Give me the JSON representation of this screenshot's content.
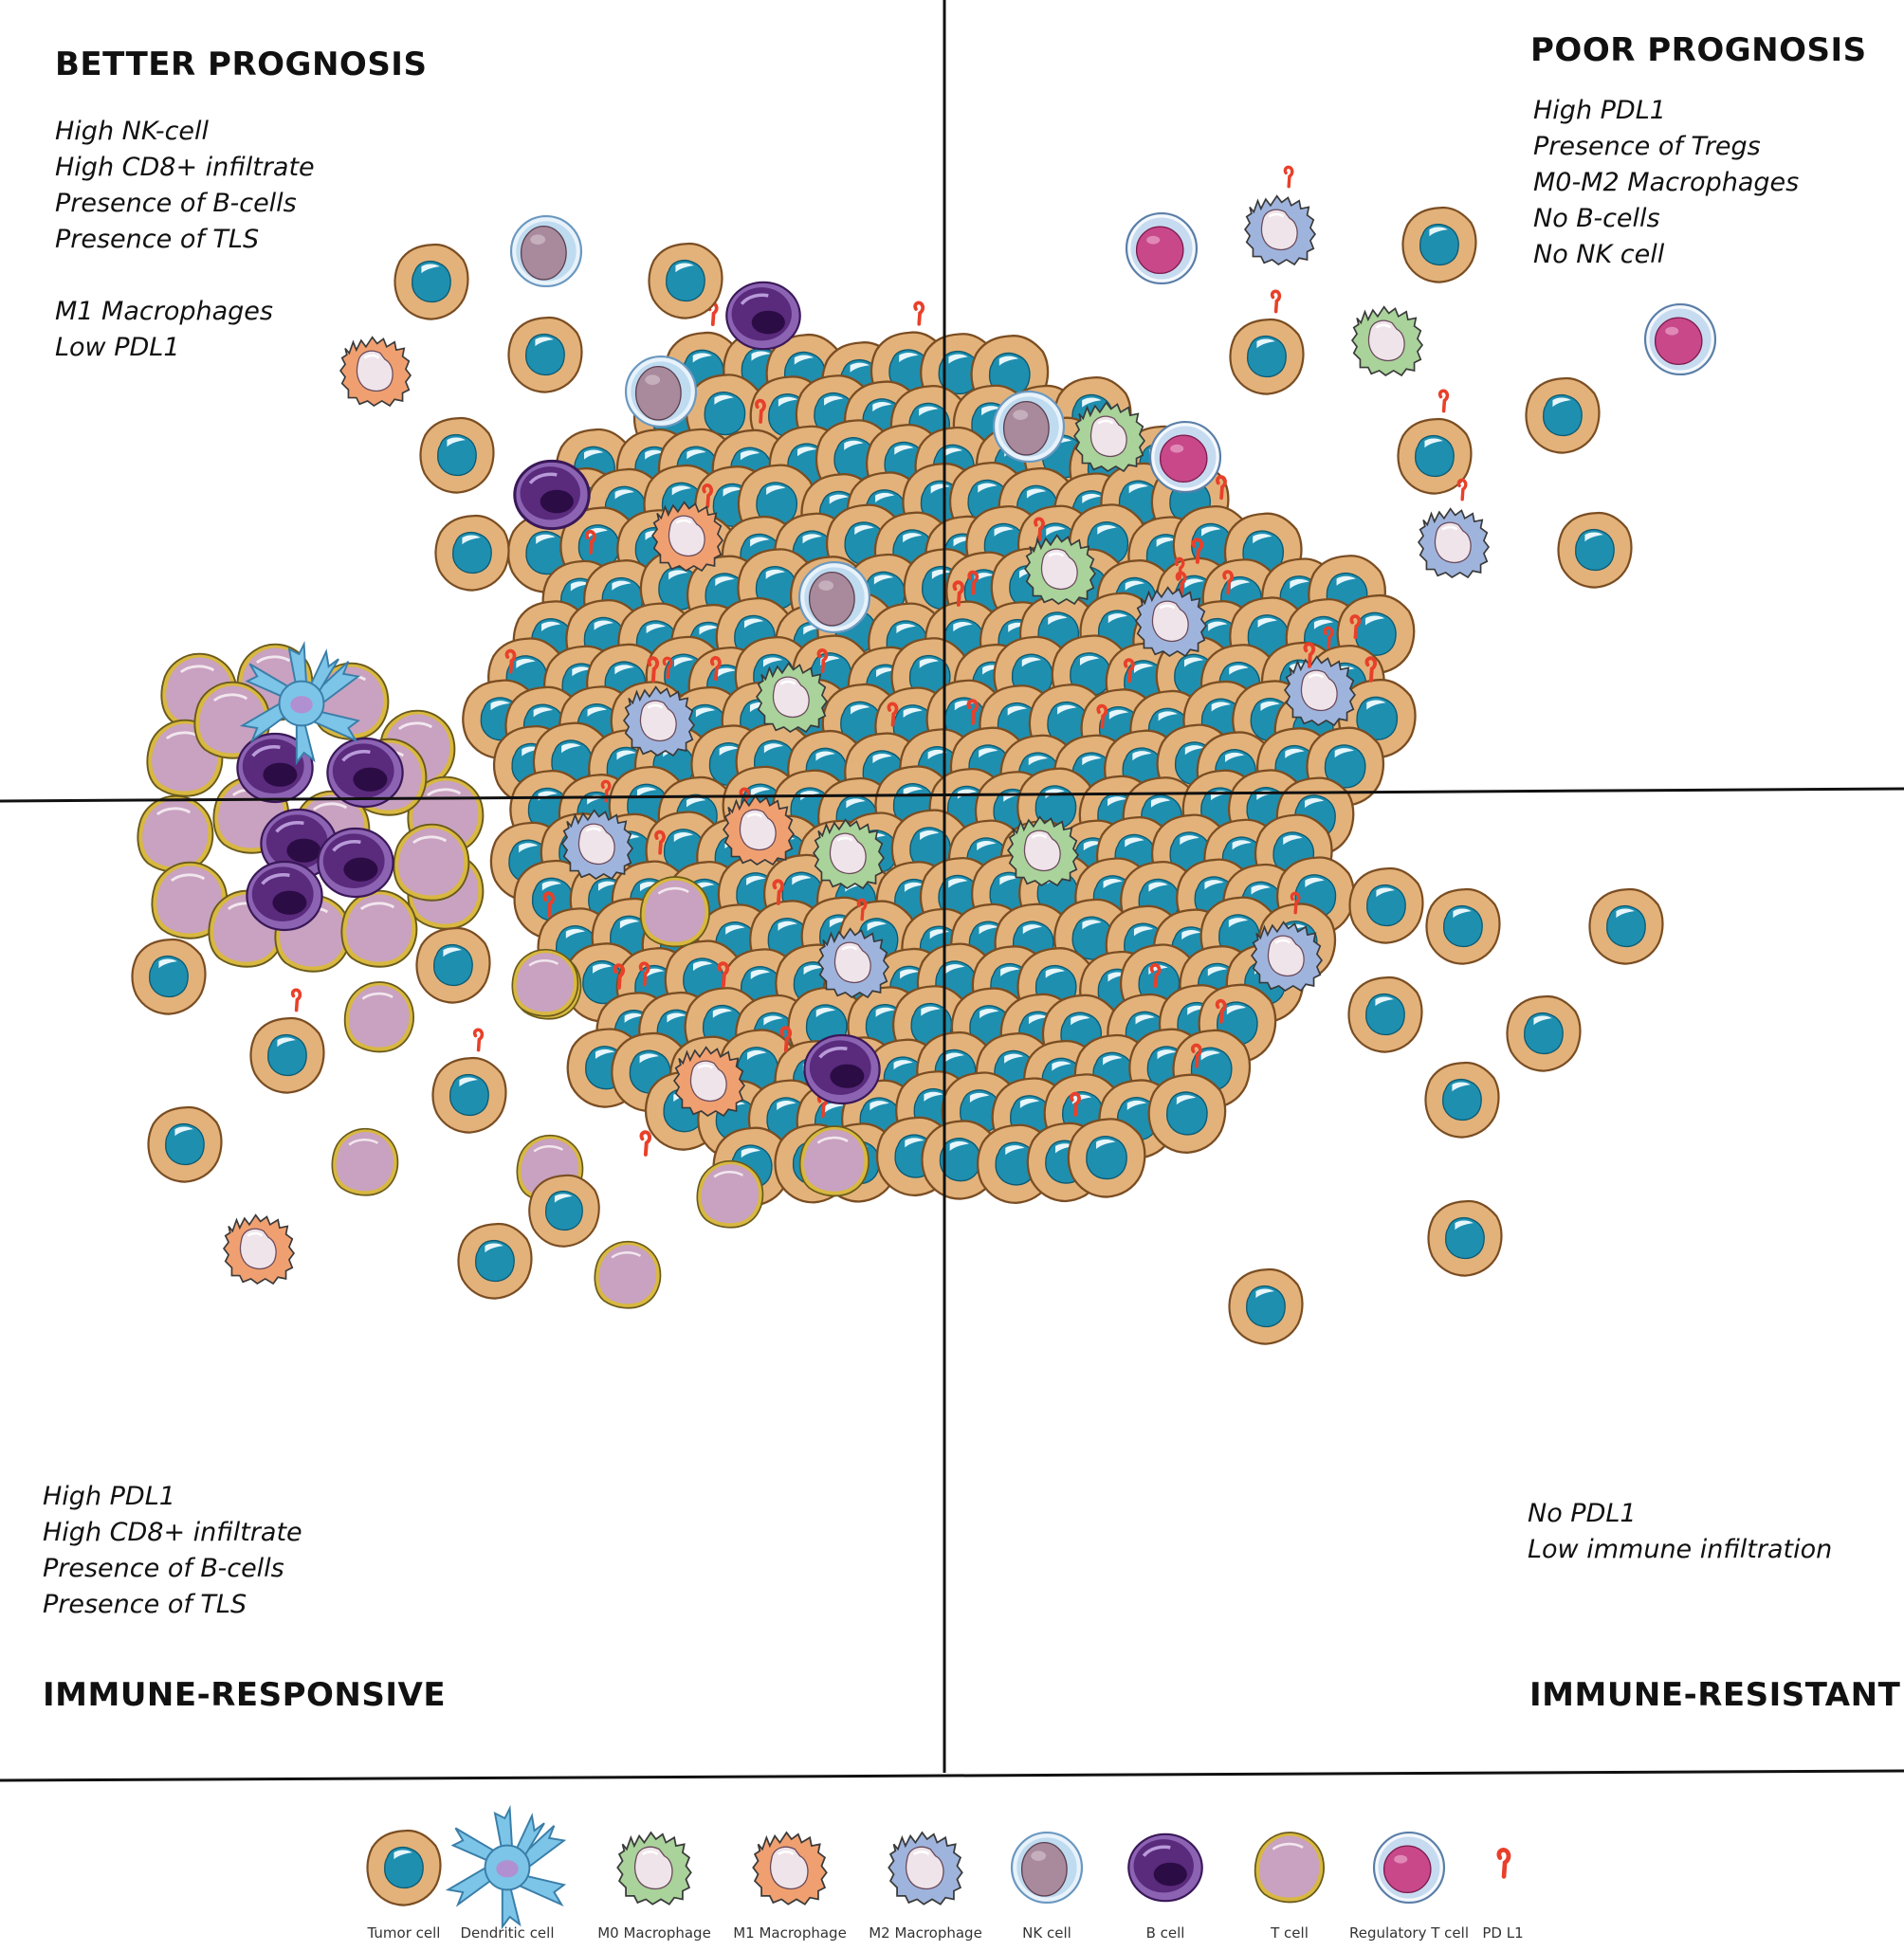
{
  "quadrants": {
    "top_left": {
      "title": "BETTER PROGNOSIS",
      "points": [
        "High NK-cell",
        "High CD8+ infiltrate",
        "Presence of B-cells",
        "Presence of TLS",
        "",
        "M1 Macrophages",
        "Low PDL1"
      ]
    },
    "top_right": {
      "title": "POOR PROGNOSIS",
      "points": [
        "High PDL1",
        "Presence of Tregs",
        "M0-M2 Macrophages",
        "No B-cells",
        "No NK cell"
      ]
    },
    "bottom_left": {
      "title": "IMMUNE-RESPONSIVE",
      "points": [
        "High PDL1",
        "High CD8+ infiltrate",
        "Presence of B-cells",
        "Presence of TLS"
      ]
    },
    "bottom_right": {
      "title": "IMMUNE-RESISTANT",
      "points": [
        "No PDL1",
        "Low immune infiltration"
      ]
    }
  },
  "legend": [
    {
      "key": "tumor",
      "label": "Tumor cell",
      "icon": "tumor-cell-icon"
    },
    {
      "key": "dendritic",
      "label": "Dendritic cell",
      "icon": "dendritic-cell-icon"
    },
    {
      "key": "m0",
      "label": "M0 Macrophage",
      "icon": "m0-macrophage-icon"
    },
    {
      "key": "m1",
      "label": "M1 Macrophage",
      "icon": "m1-macrophage-icon"
    },
    {
      "key": "m2",
      "label": "M2 Macrophage",
      "icon": "m2-macrophage-icon"
    },
    {
      "key": "nk",
      "label": "NK cell",
      "icon": "nk-cell-icon"
    },
    {
      "key": "bcell",
      "label": "B cell",
      "icon": "b-cell-icon"
    },
    {
      "key": "tcell",
      "label": "T cell",
      "icon": "t-cell-icon"
    },
    {
      "key": "treg",
      "label": "Regulatory T cell",
      "icon": "regulatory-t-cell-icon"
    },
    {
      "key": "pdl1",
      "label": "PD L1",
      "icon": "pdl1-icon"
    }
  ],
  "colors": {
    "tumor_body": "#e3b27a",
    "tumor_nucleus": "#1f8fb0",
    "dendritic": "#7cc4e8",
    "m0": "#a9d39a",
    "m1": "#f0a070",
    "m2": "#9fb4dd",
    "nk_nucleus": "#a88a9c",
    "nk_ring": "#9cc8e8",
    "b_cell": "#5a2a7d",
    "t_cell_body": "#c8a2c0",
    "t_cell_rim": "#d8b840",
    "treg_nucleus": "#c8488a",
    "treg_ring": "#a8c8e8",
    "pdl1": "#e8402a",
    "lines": "#111111"
  }
}
